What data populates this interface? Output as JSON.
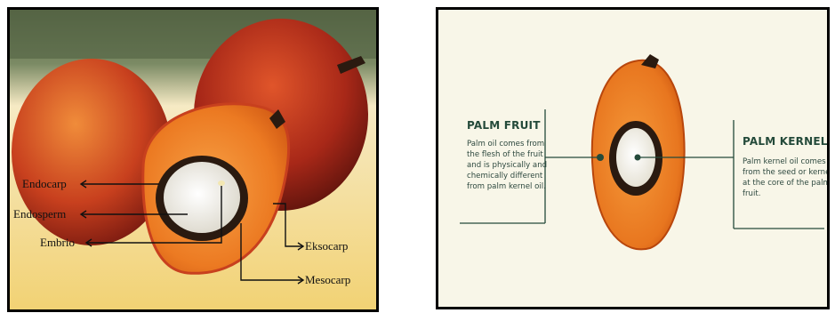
{
  "left_diagram": {
    "labels": {
      "endocarp": "Endocarp",
      "endosperm": "Endosperm",
      "embrio": "Embrio",
      "eksocarp": "Eksocarp",
      "mesocarp": "Mesocarp"
    }
  },
  "right_diagram": {
    "palm_fruit": {
      "title": "PALM FRUIT",
      "lines": [
        "Palm oil comes from",
        "the flesh of the fruit",
        "and is physically and",
        "chemically different",
        "from palm kernel oil."
      ]
    },
    "palm_kernel": {
      "title": "PALM KERNEL",
      "lines": [
        "Palm kernel oil comes",
        "from the seed or kernel",
        "at the core of the palm",
        "fruit."
      ]
    }
  },
  "colors": {
    "fruit_orange": "#e8761f",
    "fruit_red": "#a8281a",
    "shell_dark": "#2a1a10",
    "kernel_white": "#f4f2ea",
    "label_green": "#244a3a"
  }
}
